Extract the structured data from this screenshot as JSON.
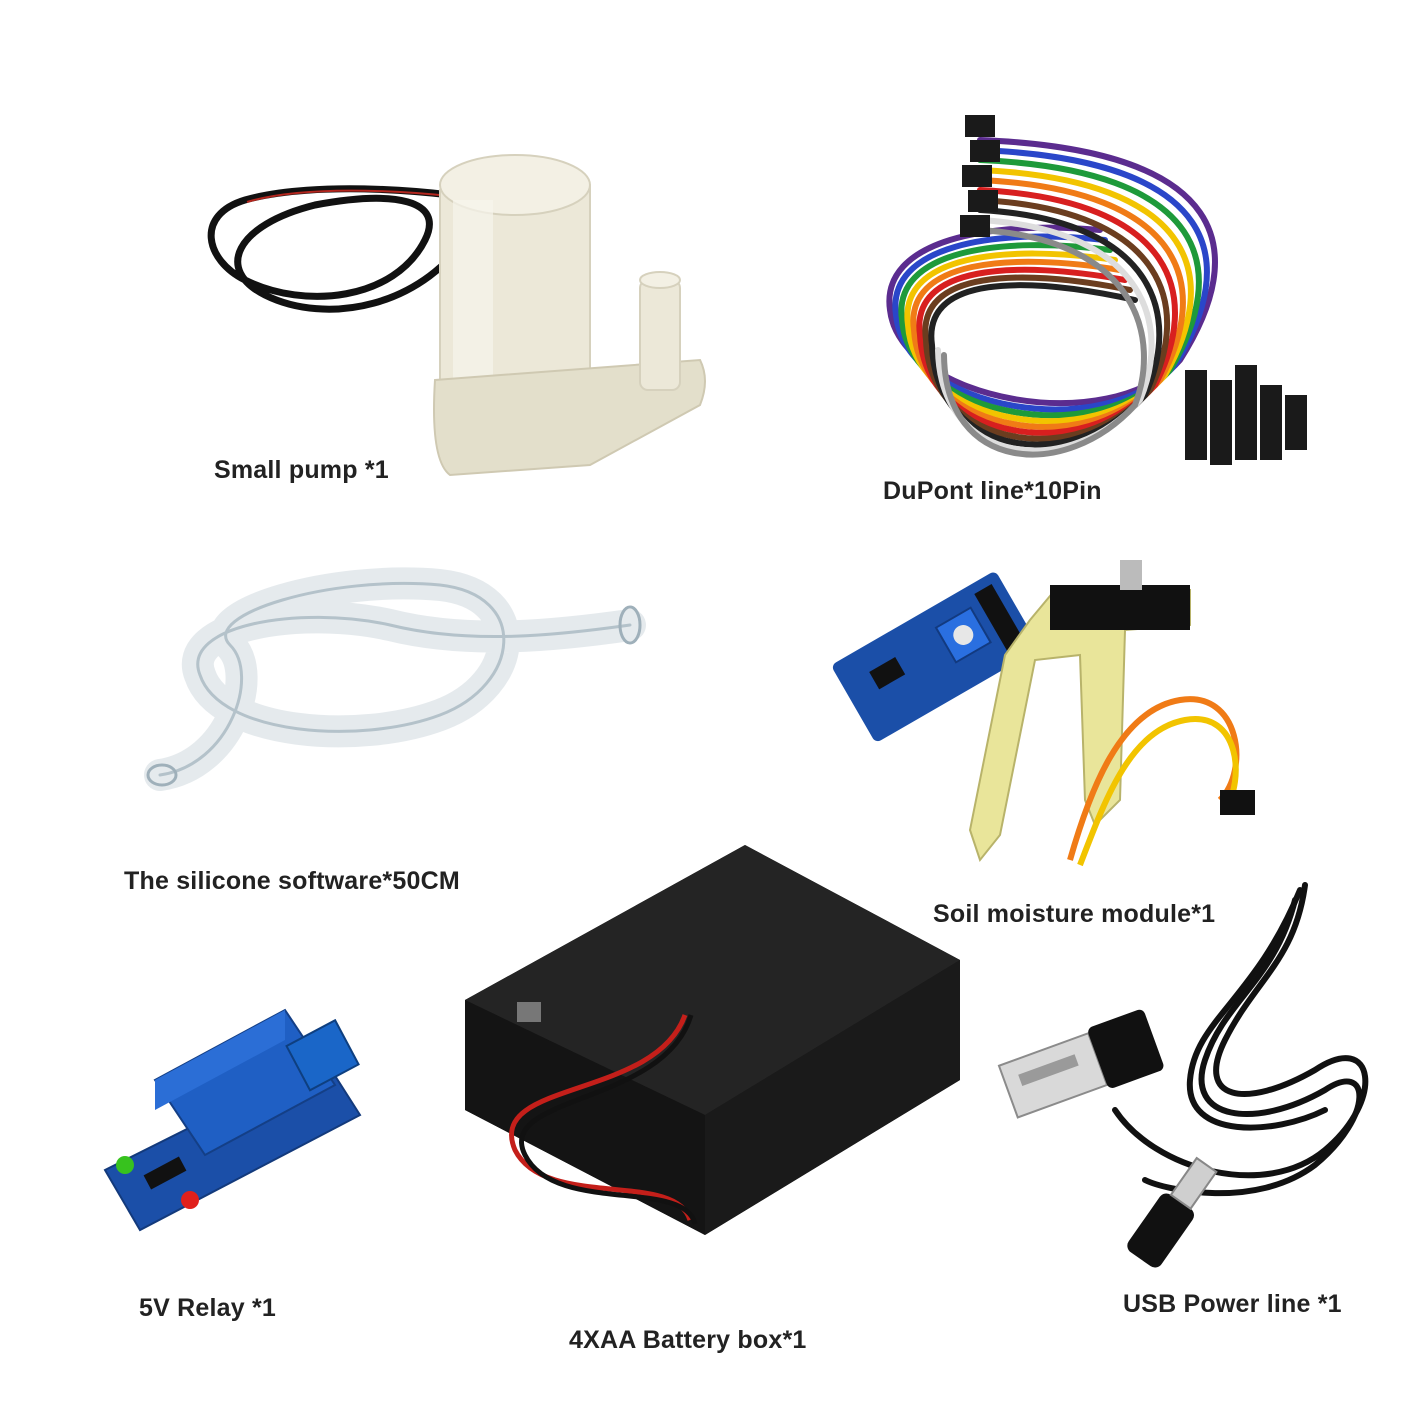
{
  "items": [
    {
      "id": "small-pump",
      "caption": "Small pump *1"
    },
    {
      "id": "dupont-line",
      "caption": "DuPont line*10Pin"
    },
    {
      "id": "silicone-tube",
      "caption": "The silicone software*50CM"
    },
    {
      "id": "soil-moisture-module",
      "caption": "Soil moisture module*1"
    },
    {
      "id": "relay",
      "caption": "5V Relay *1"
    },
    {
      "id": "battery-box",
      "caption": "4XAA Battery box*1"
    },
    {
      "id": "usb-power-line",
      "caption": "USB Power line *1"
    }
  ],
  "colors": {
    "background": "#ffffff",
    "caption": "#222222",
    "pump_body": "#ece8d8",
    "battery_case": "#1c1c1c",
    "relay_blue": "#1f5fc4",
    "pcb_blue": "#1b4fa8",
    "probe_yellow": "#e9e59a",
    "cable_black": "#111111"
  }
}
